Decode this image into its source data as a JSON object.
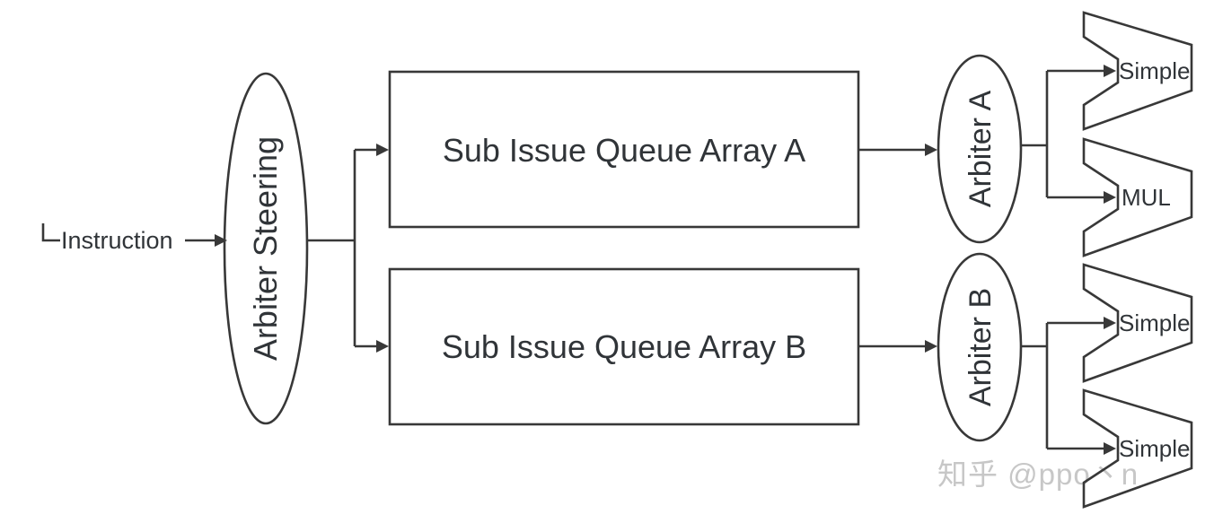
{
  "diagram": {
    "instruction_label": "Instruction",
    "arbiter_steering_label": "Arbiter Steering",
    "queue_a_label": "Sub Issue Queue Array A",
    "queue_b_label": "Sub Issue Queue Array B",
    "arbiter_a_label": "Arbiter A",
    "arbiter_b_label": "Arbiter B",
    "execution_units": [
      {
        "label": "Simple"
      },
      {
        "label": "MUL"
      },
      {
        "label": "Simple"
      },
      {
        "label": "Simple"
      }
    ],
    "colors": {
      "line": "#383838",
      "text": "#303438",
      "watermark": "#c7c7c7",
      "background": "#ffffff"
    }
  },
  "watermark": {
    "text": "知乎 @ppo丶n"
  }
}
